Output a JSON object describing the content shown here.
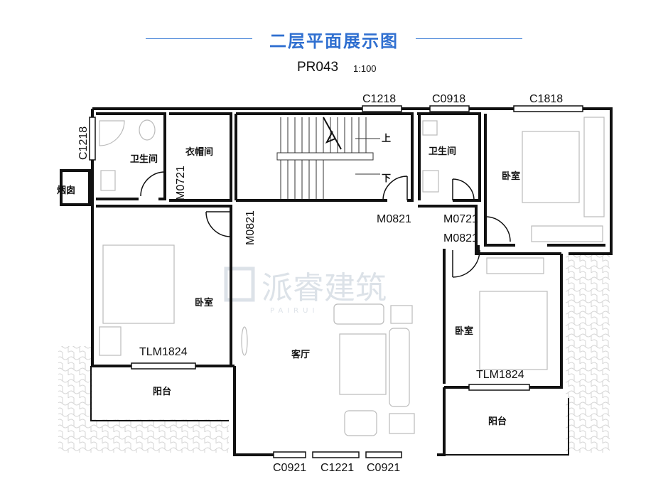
{
  "header": {
    "title": "二层平面展示图",
    "code": "PR043",
    "scale": "1:100"
  },
  "watermark": {
    "brand": "派睿建筑",
    "sub": "PAIRUI"
  },
  "windows": {
    "c1218_top": "C1218",
    "c0918_top": "C0918",
    "c1818_top": "C1818",
    "c1218_left": "C1218",
    "c0921_a": "C0921",
    "c1221": "C1221",
    "c0921_b": "C0921"
  },
  "doors": {
    "m0721_left": "M0721",
    "m0821_left": "M0821",
    "m0821_stair": "M0821",
    "m0721_right": "M0721",
    "m0821_right": "M0821",
    "tlm1824_left": "TLM1824",
    "tlm1824_right": "TLM1824"
  },
  "rooms": {
    "bath_left": "卫生间",
    "closet": "衣帽间",
    "flue": "烟囱",
    "stair_up": "上",
    "stair_down": "下",
    "bath_right": "卫生间",
    "bedroom_ne": "卧室",
    "bedroom_w": "卧室",
    "living": "客厅",
    "bedroom_se": "卧室",
    "balcony_left": "阳台",
    "balcony_right": "阳台"
  }
}
